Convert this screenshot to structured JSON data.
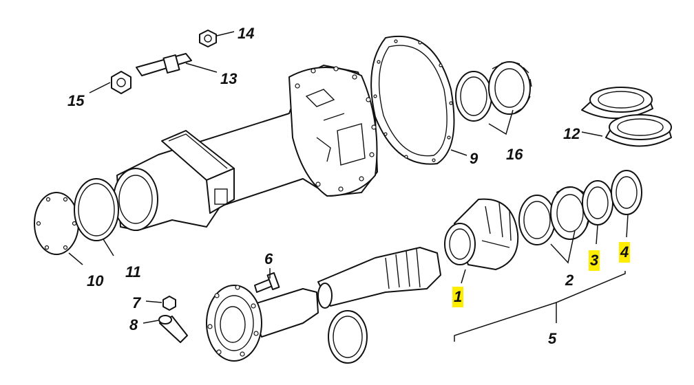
{
  "callouts": {
    "c1": "1",
    "c2": "2",
    "c3": "3",
    "c4": "4",
    "c5": "5",
    "c6": "6",
    "c7": "7",
    "c8": "8",
    "c9": "9",
    "c10": "10",
    "c11": "11",
    "c12": "12",
    "c13": "13",
    "c14": "14",
    "c15": "15",
    "c16": "16"
  },
  "highlight_color": "#ffed00"
}
